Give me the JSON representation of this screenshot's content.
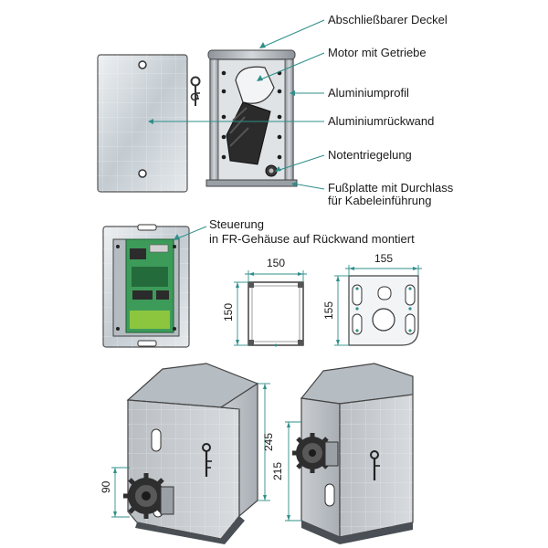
{
  "labels": {
    "deckel": "Abschließbarer Deckel",
    "motor": "Motor mit Getriebe",
    "profil": "Aluminiumprofil",
    "rueckwand": "Aluminiumrückwand",
    "notentriegelung": "Notentriegelung",
    "fussplatte_1": "Fußplatte mit Durchlass",
    "fussplatte_2": "für Kabeleinführung",
    "steuerung_1": "Steuerung",
    "steuerung_2": "in FR-Gehäuse auf Rückwand montiert"
  },
  "dimensions": {
    "profile_width": "150",
    "profile_height": "150",
    "base_width": "155",
    "base_height": "155",
    "box_height": "245",
    "body_height": "215",
    "gear_height": "90"
  },
  "colors": {
    "leader": "#2f8f8a",
    "panel": "#c9cfd4",
    "board": "#3d9b5a",
    "motor": "#2b2b2b"
  }
}
